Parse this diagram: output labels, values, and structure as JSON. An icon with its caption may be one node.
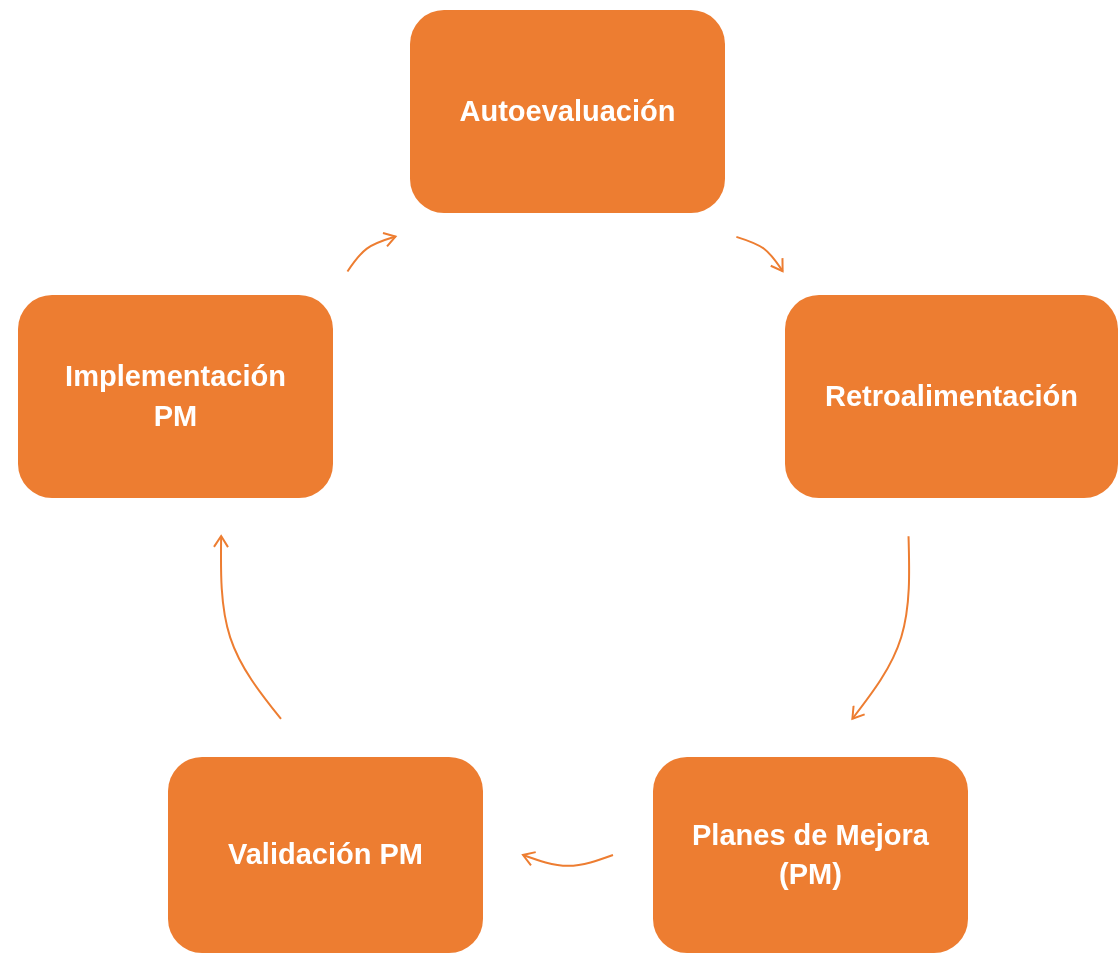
{
  "diagram": {
    "nodes": [
      {
        "text": [
          "Autoevaluación"
        ]
      },
      {
        "text": [
          "Retroalimentación"
        ]
      },
      {
        "text": [
          "Planes de Mejora (PM)"
        ]
      },
      {
        "text": [
          "Validación PM"
        ]
      },
      {
        "text": [
          "Implementación PM"
        ]
      }
    ],
    "edges": [
      {
        "from": 0,
        "to": 1,
        "arrow": "to"
      },
      {
        "from": 1,
        "to": 2,
        "arrow": "to"
      },
      {
        "from": 2,
        "to": 3,
        "arrow": "to"
      },
      {
        "from": 3,
        "to": 4,
        "arrow": "to"
      },
      {
        "from": 4,
        "to": 0,
        "arrow": "to"
      }
    ]
  }
}
